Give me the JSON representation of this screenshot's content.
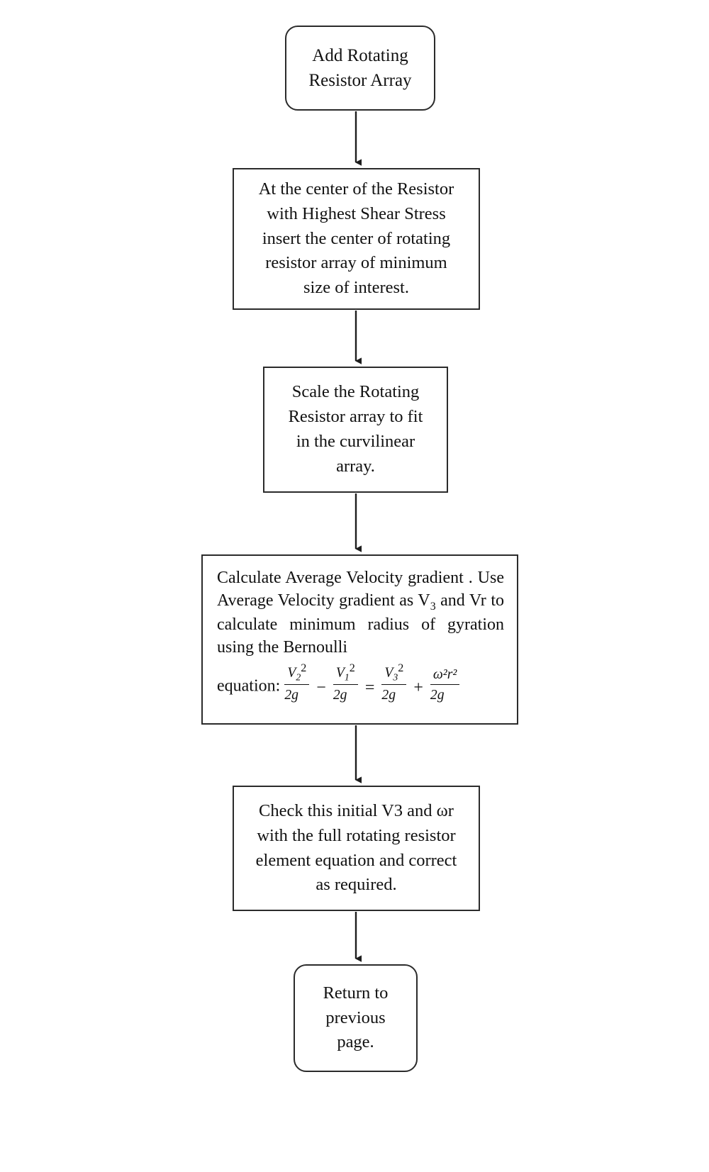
{
  "diagram": {
    "title": "Rotating Resistor Array Sizing Flowchart",
    "background_color": "#ffffff",
    "line_color": "#2b2b2b",
    "text_color": "#111111",
    "nodes": [
      {
        "id": "start",
        "shape": "rounded-rectangle",
        "text": "Add Rotating\nResistor Array"
      },
      {
        "id": "center",
        "shape": "rectangle",
        "text": "At the center of the Resistor\nwith Highest Shear Stress\ninsert the center of rotating\nresistor array of minimum\nsize of interest."
      },
      {
        "id": "scale",
        "shape": "rectangle",
        "text": "Scale the Rotating\nResistor array to fit\nin the curvilinear\narray."
      },
      {
        "id": "calc",
        "shape": "rectangle",
        "text": "Calculate Average Velocity gradient . Use Average Velocity gradient as V3 and Vr to calculate minimum radius of gyration using the Bernoulli equation:",
        "text_prefix": "Calculate Average Velocity gradient . Use Average Velocity gradient as V",
        "text_prefix_sub": "3",
        "text_middle": " and Vr to calculate minimum radius of gyration using the Bernoulli ",
        "equation_label": "equation:",
        "equation_plain": "V2^2/2g - V1^2/2g = V3^2/2g + w^2 r^2/2g",
        "equation_terms": [
          {
            "num_var": "V",
            "num_sub": "2",
            "num_sup": "2",
            "den": "2g"
          },
          {
            "operator": "−"
          },
          {
            "num_var": "V",
            "num_sub": "1",
            "num_sup": "2",
            "den": "2g"
          },
          {
            "operator": "="
          },
          {
            "num_var": "V",
            "num_sub": "3",
            "num_sup": "2",
            "den": "2g"
          },
          {
            "operator": "+"
          },
          {
            "num_var": "ω²r²",
            "num_sub": "",
            "num_sup": "",
            "den": "2g"
          }
        ]
      },
      {
        "id": "check",
        "shape": "rectangle",
        "text": "Check this initial V3 and ωr\nwith the full rotating resistor\nelement equation and correct\nas required."
      },
      {
        "id": "return",
        "shape": "rounded-rectangle",
        "text": "Return to\nprevious\npage."
      }
    ],
    "connectors": [
      {
        "from": "start",
        "to": "center",
        "arrow": "down"
      },
      {
        "from": "center",
        "to": "scale",
        "arrow": "down"
      },
      {
        "from": "scale",
        "to": "calc",
        "arrow": "down"
      },
      {
        "from": "calc",
        "to": "check",
        "arrow": "down"
      },
      {
        "from": "check",
        "to": "return",
        "arrow": "down"
      }
    ]
  }
}
